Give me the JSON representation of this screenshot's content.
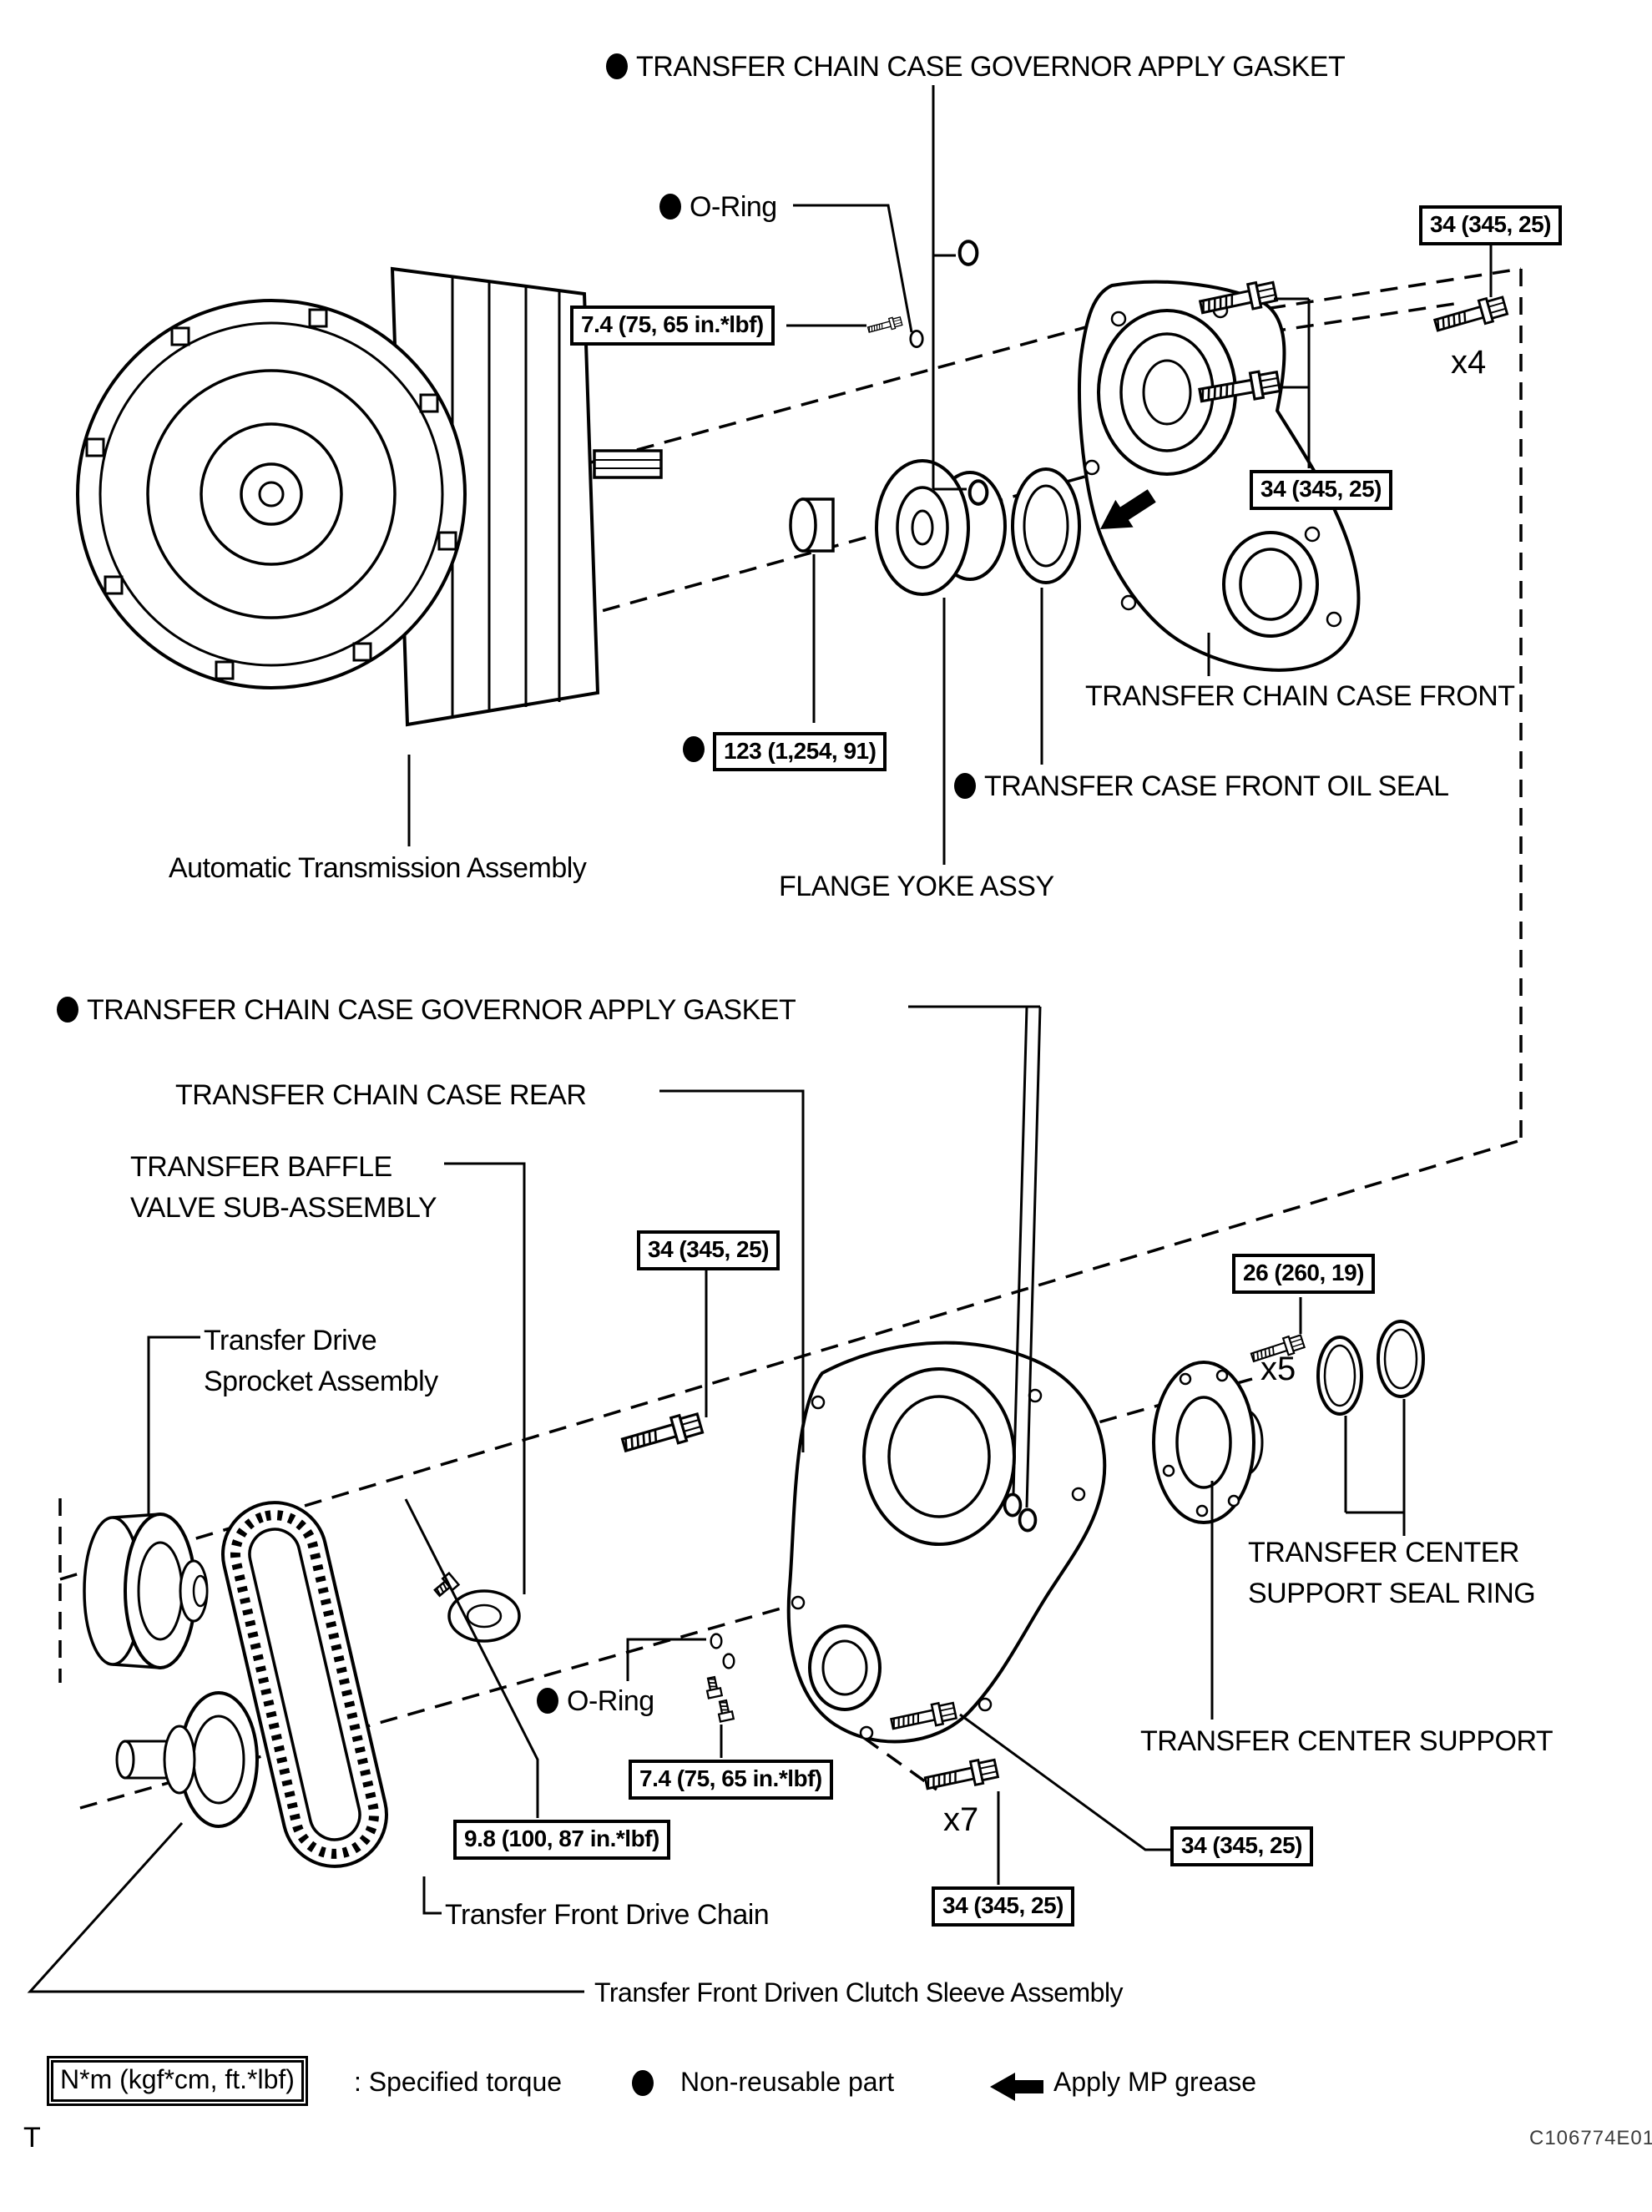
{
  "labels": {
    "gasket_top": "TRANSFER CHAIN CASE GOVERNOR APPLY GASKET",
    "o_ring_top": "O-Ring",
    "chain_case_front": "TRANSFER CHAIN CASE FRONT",
    "front_oil_seal": "TRANSFER CASE FRONT OIL SEAL",
    "transmission": "Automatic Transmission Assembly",
    "flange_yoke": "FLANGE YOKE ASSY",
    "gasket_mid": "TRANSFER CHAIN CASE GOVERNOR APPLY GASKET",
    "chain_case_rear": "TRANSFER CHAIN CASE REAR",
    "baffle_line1": "TRANSFER BAFFLE",
    "baffle_line2": "VALVE SUB-ASSEMBLY",
    "sprocket_line1": "Transfer Drive",
    "sprocket_line2": "Sprocket Assembly",
    "seal_ring_line1": "TRANSFER CENTER",
    "seal_ring_line2": "SUPPORT SEAL RING",
    "center_support": "TRANSFER CENTER SUPPORT",
    "o_ring_bottom": "O-Ring",
    "drive_chain": "Transfer Front Drive Chain",
    "clutch_sleeve": "Transfer Front Driven Clutch Sleeve Assembly"
  },
  "torques": {
    "t74": "7.4 (75, 65 in.*lbf)",
    "t34": "34 (345, 25)",
    "t123": "123 (1,254, 91)",
    "t26": "26 (260, 19)",
    "t98": "9.8 (100, 87 in.*lbf)"
  },
  "multipliers": {
    "x4": "x4",
    "x5": "x5",
    "x7": "x7"
  },
  "legend": {
    "torque_unit": "N*m (kgf*cm, ft.*lbf)",
    "torque_desc": ": Specified torque",
    "non_reusable": "Non-reusable part",
    "grease": "Apply MP grease"
  },
  "footer": {
    "corner": "T",
    "code": "C106774E01"
  }
}
